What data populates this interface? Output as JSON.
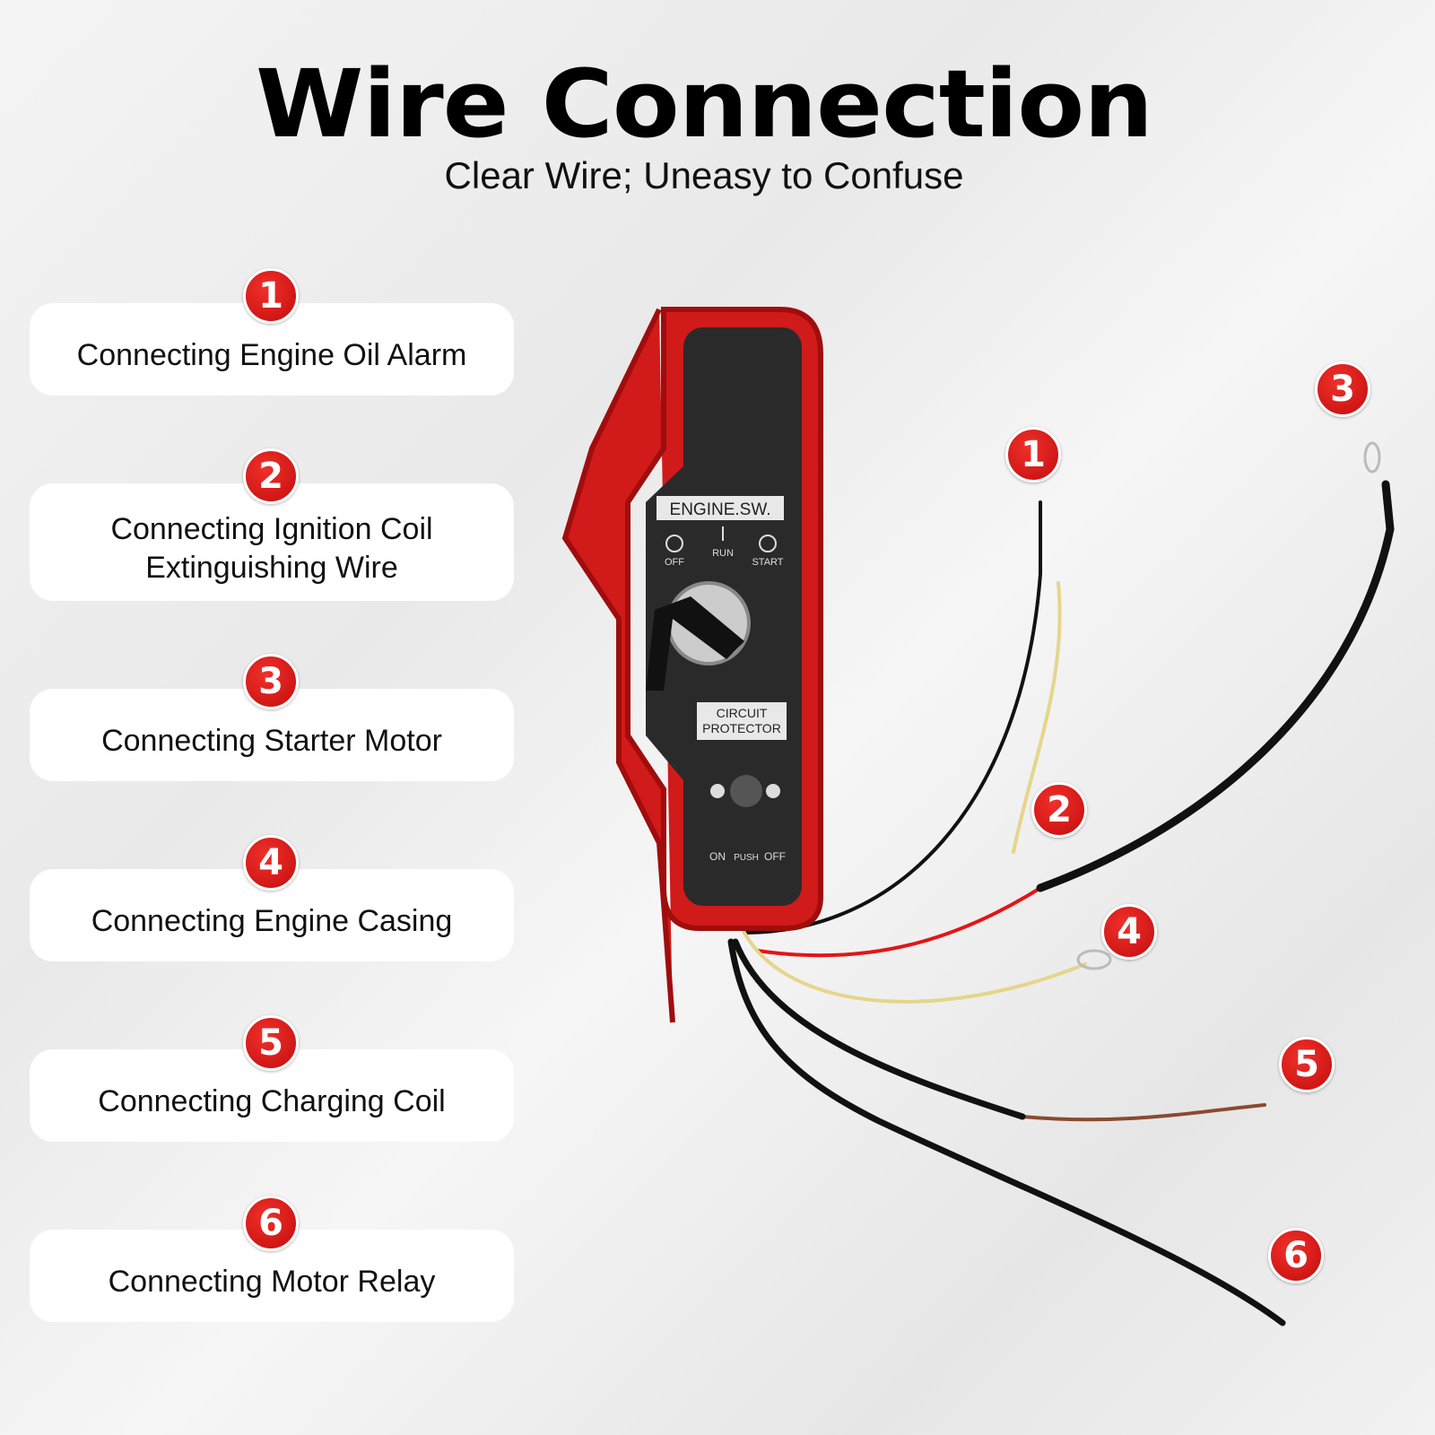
{
  "header": {
    "title": "Wire Connection",
    "subtitle": "Clear Wire; Uneasy to Confuse"
  },
  "items": [
    {
      "number": "1",
      "label": "Connecting Engine Oil Alarm"
    },
    {
      "number": "2",
      "label_line1": "Connecting Ignition Coil",
      "label_line2": "Extinguishing Wire"
    },
    {
      "number": "3",
      "label": "Connecting Starter Motor"
    },
    {
      "number": "4",
      "label": "Connecting Engine Casing"
    },
    {
      "number": "5",
      "label": "Connecting Charging Coil"
    },
    {
      "number": "6",
      "label": "Connecting Motor Relay"
    }
  ],
  "panel": {
    "engine_label": "ENGINE.SW.",
    "off": "OFF",
    "run": "RUN",
    "start": "START",
    "circuit_line1": "CIRCUIT",
    "circuit_line2": "PROTECTOR",
    "on": "ON",
    "push": "PUSH",
    "off2": "OFF"
  },
  "colors": {
    "accent": "#d61414",
    "panel": "#2a2a2a"
  }
}
